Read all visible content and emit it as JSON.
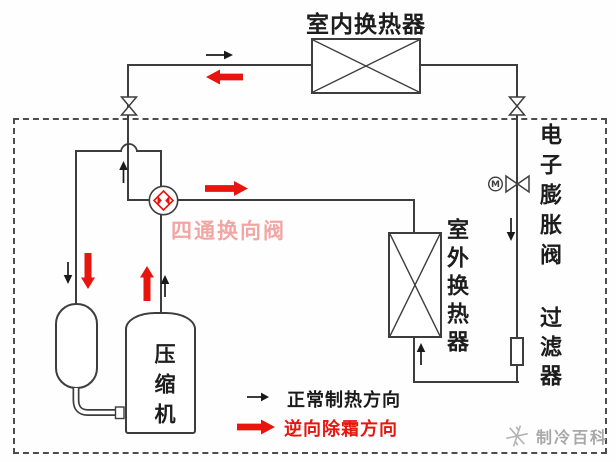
{
  "diagram": {
    "components": {
      "indoor_hx": "室内换热器",
      "outdoor_hx": "室外换热器",
      "compressor": "压缩机",
      "four_way_valve": "四通换向阀",
      "expansion_valve": "电子膨胀阀",
      "filter": "过滤器",
      "motor_label": "M"
    },
    "legend": {
      "normal_heating": "正常制热方向",
      "reverse_defrost": "逆向除霜方向"
    },
    "watermark_brand": "制冷百科",
    "colors": {
      "line": "#3d3d3d",
      "arrow_red": "#e8150f",
      "watermark_pink": "#f2a6a4",
      "watermark_gray": "#a8a8a8"
    }
  }
}
